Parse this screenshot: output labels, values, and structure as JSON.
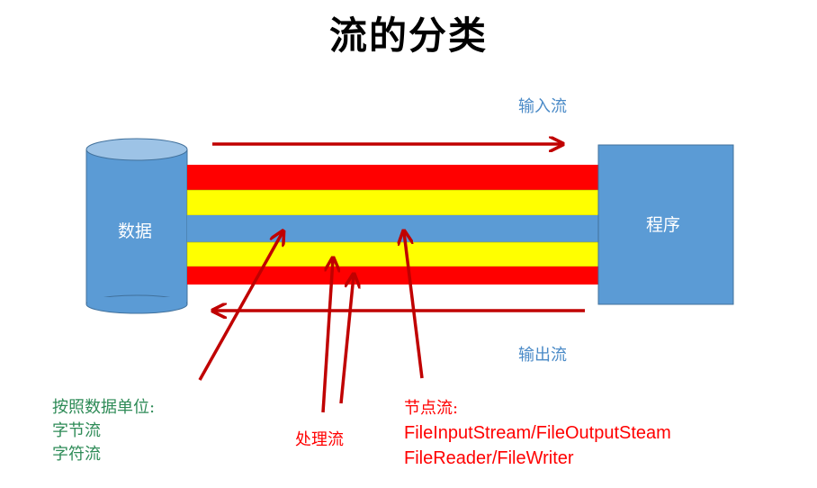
{
  "title": "流的分类",
  "labels": {
    "input_stream": "输入流",
    "output_stream": "输出流",
    "data": "数据",
    "program": "程序",
    "processing_stream": "处理流"
  },
  "by_unit": {
    "heading": "按照数据单位:",
    "items": [
      "字节流",
      "字符流"
    ]
  },
  "node_stream": {
    "heading": "节点流:",
    "items": [
      "FileInputStream/FileOutputSteam",
      "FileReader/FileWriter"
    ]
  },
  "colors": {
    "blue": "#5b9bd5",
    "red": "#ff0000",
    "yellow": "#ffff00",
    "arrow_red": "#c00000",
    "green_text": "#2e8b57",
    "red_text": "#ff0000"
  }
}
